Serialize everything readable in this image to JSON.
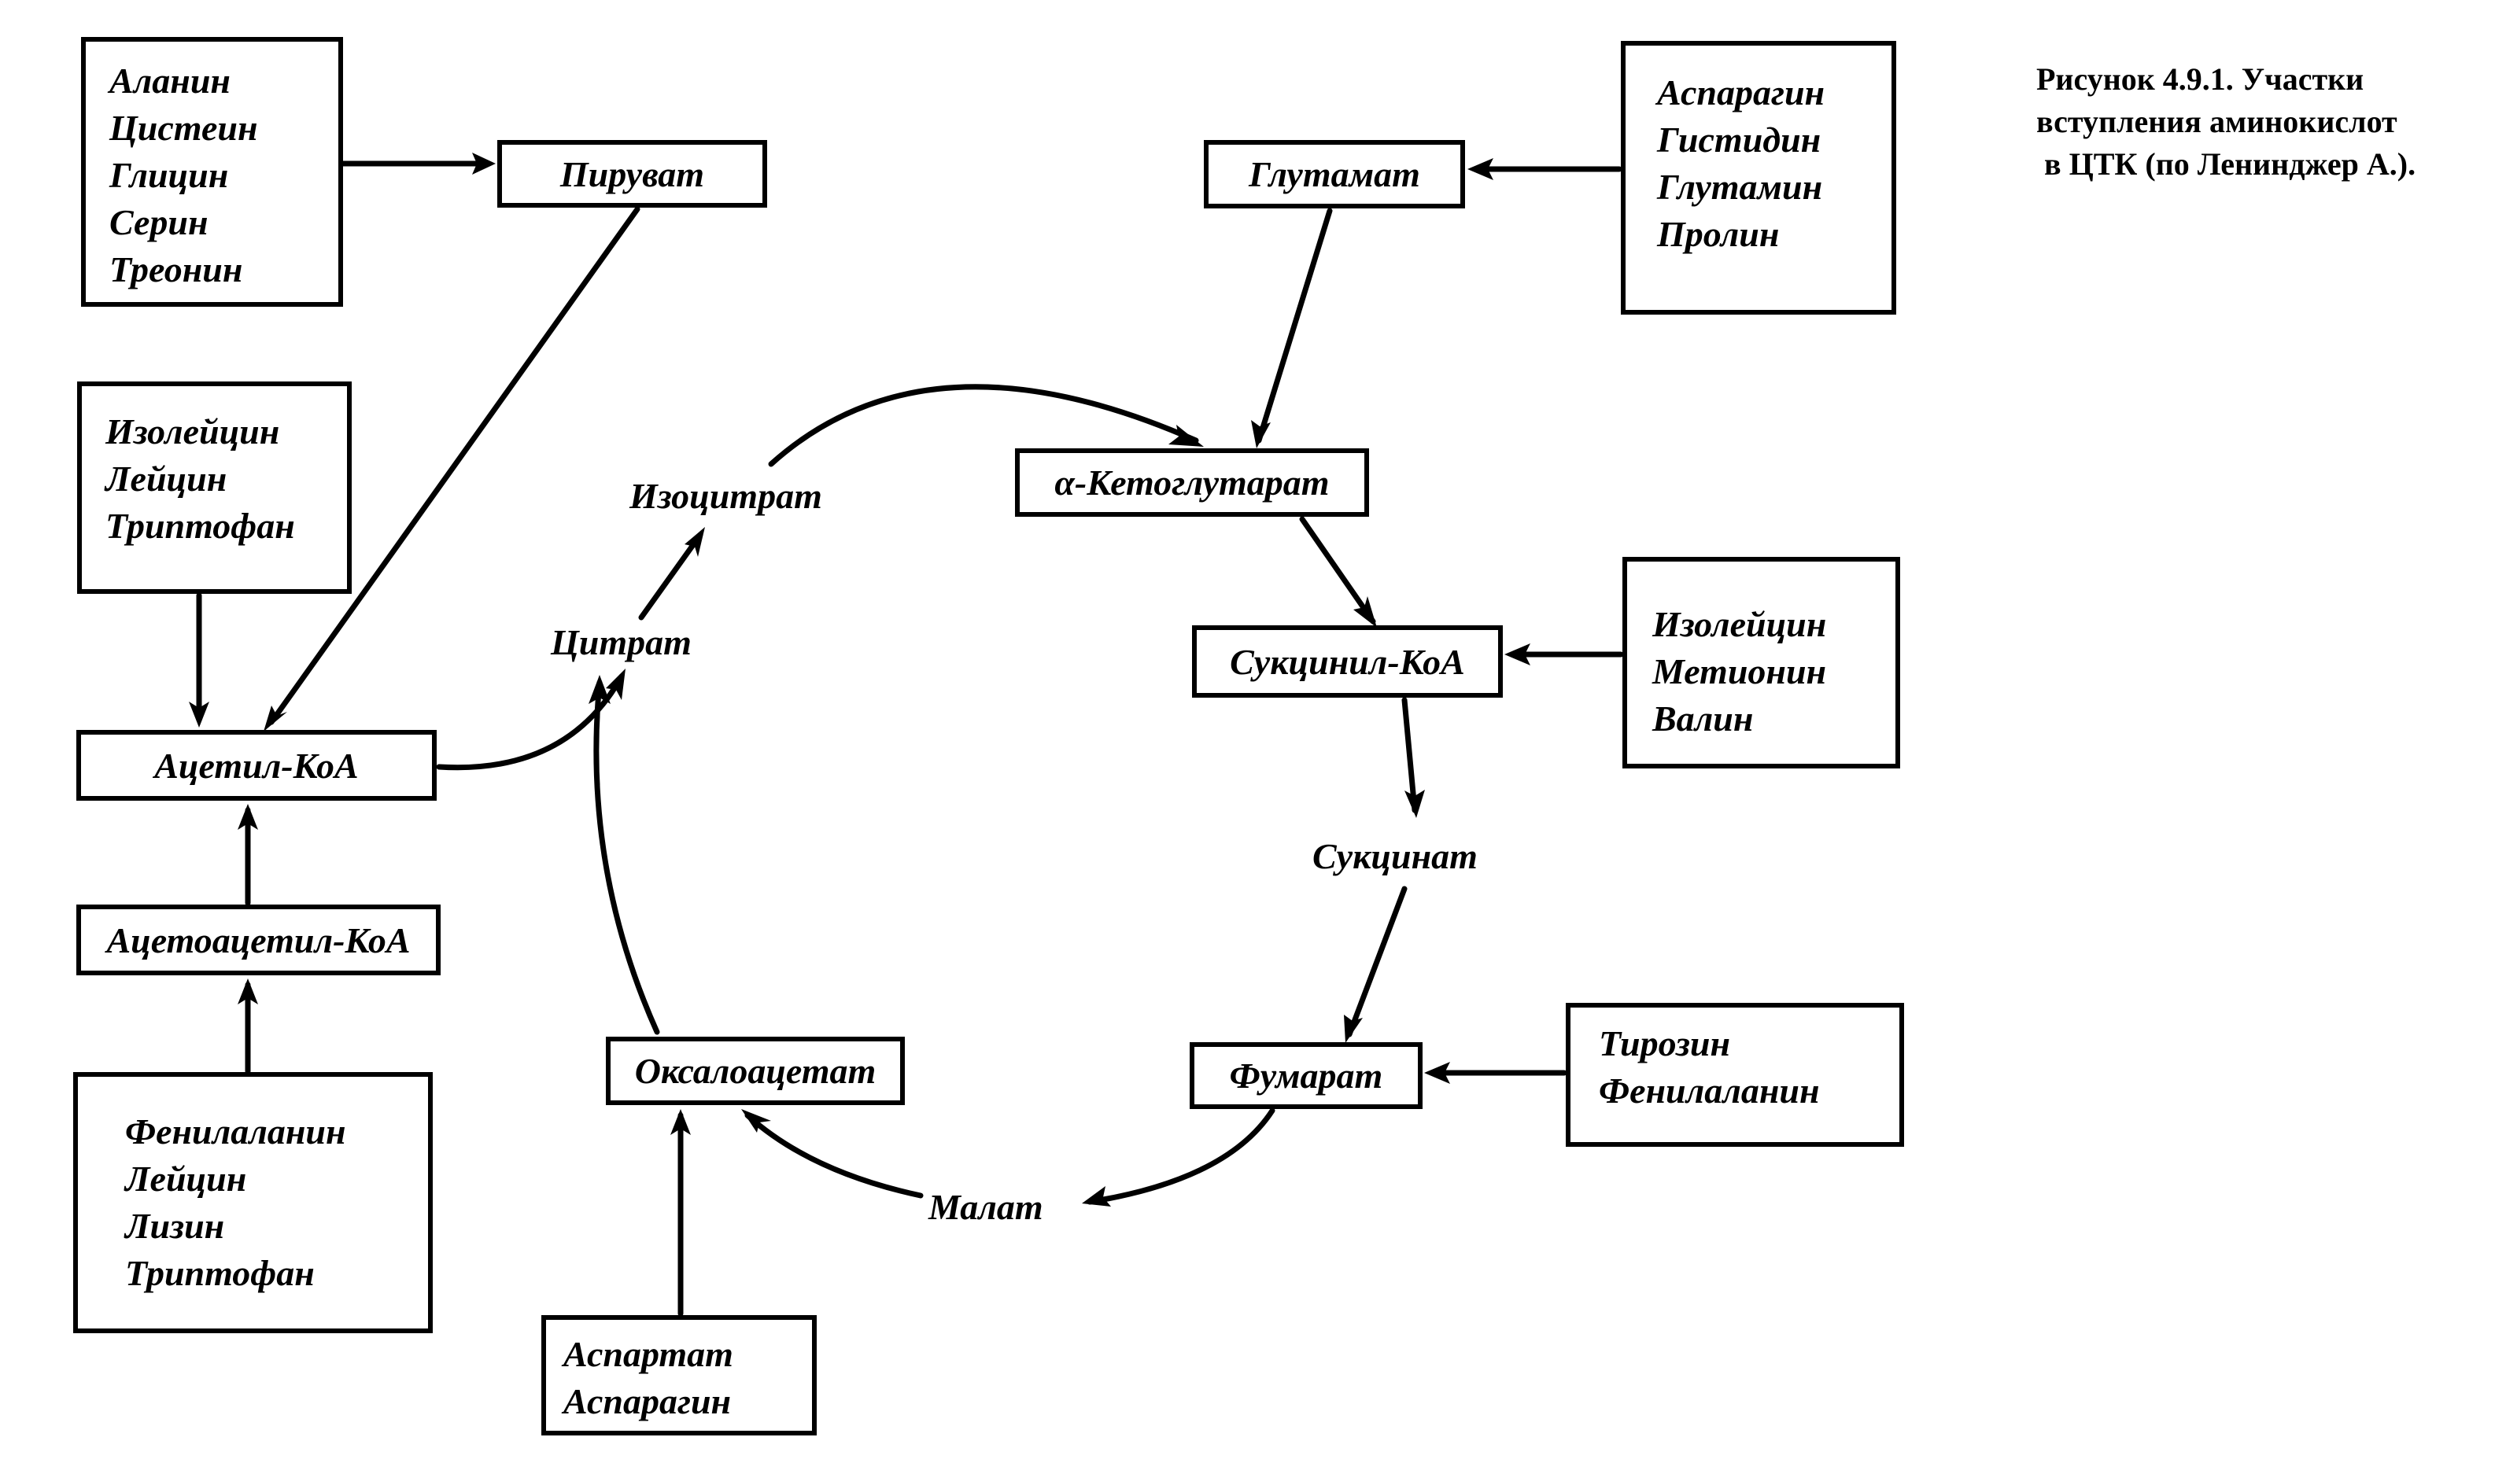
{
  "caption": {
    "lines": [
      "Рисунок 4.9.1. Участки",
      "вступления аминокислот",
      " в ЦТК (по Ленинджер А.)."
    ]
  },
  "cycle": {
    "intermediates": {
      "citrate": "Цитрат",
      "isocitrate": "Изоцитрат",
      "alpha_ketoglutarate": "α-Кетоглутарат",
      "succinyl_coa": "Сукцинил-КоА",
      "succinate": "Сукцинат",
      "fumarate": "Фумарат",
      "malate": "Малат",
      "oxaloacetate": "Оксалоацетат"
    }
  },
  "entry_points": {
    "pyruvate": "Пируват",
    "acetyl_coa": "Ацетил-КоА",
    "acetoacetyl_coa": "Ацетоацетил-КоА",
    "glutamate": "Глутамат"
  },
  "amino_acid_groups": {
    "to_pyruvate": [
      "Аланин",
      "Цистеин",
      "Глицин",
      "Серин",
      "Треонин"
    ],
    "to_acetyl_coa": [
      "Изолейцин",
      "Лейцин",
      "Триптофан"
    ],
    "to_acetoacetyl_coa": [
      "Фенилаланин",
      "Лейцин",
      "Лизин",
      "Триптофан"
    ],
    "to_oxaloacetate": [
      "Аспартат",
      "Аспарагин"
    ],
    "to_glutamate": [
      "Аспарагин",
      "Гистидин",
      "Глутамин",
      "Пролин"
    ],
    "to_succinyl_coa": [
      "Изолейцин",
      "Метионин",
      "Валин"
    ],
    "to_fumarate": [
      "Тирозин",
      "Фенилаланин"
    ]
  }
}
